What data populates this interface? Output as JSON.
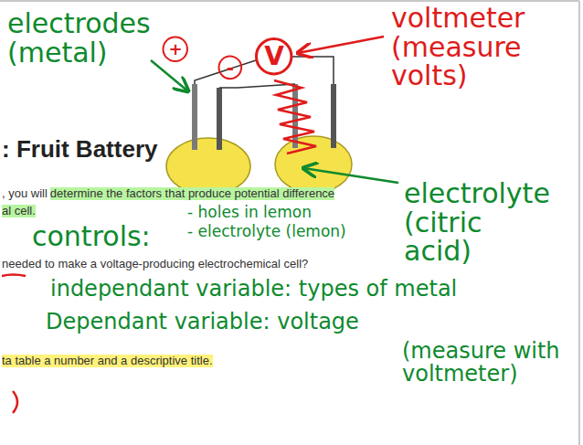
{
  "diagram": {
    "title": ": Fruit Battery",
    "nodes": [
      {
        "text": [
          "+"
        ]
      },
      {
        "text": [
          "-"
        ]
      },
      {
        "text": [
          "V"
        ]
      }
    ],
    "labels": [
      "electrodes (metal)",
      "voltmeter (measure volts)",
      ", you will",
      "determine the factors that produce potential difference",
      "al cell.",
      "electrolyte (citric acid)",
      "controls:",
      "- holes in lemon",
      "- electrolyte (lemon)",
      "needed to make a voltage-producing electrochemical cell?",
      "independant variable: types of metal",
      "Dependant variable: voltage",
      "(measure with voltmeter)",
      "ta table a number and a descriptive title."
    ]
  }
}
